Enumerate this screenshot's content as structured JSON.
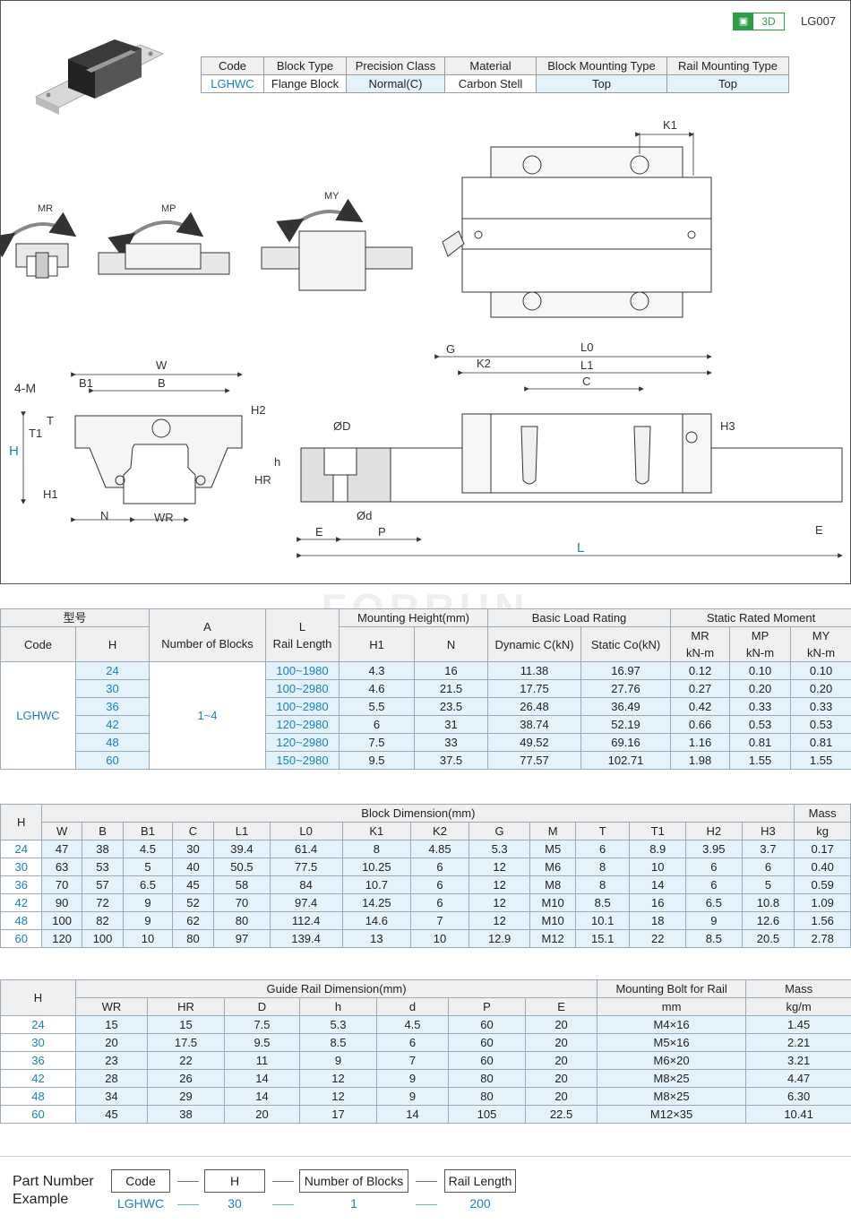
{
  "header": {
    "badge_icon": "cube-icon",
    "badge_text": "3D",
    "code": "LG007"
  },
  "spec": {
    "headers": [
      "Code",
      "Block Type",
      "Precision Class",
      "Material",
      "Block Mounting Type",
      "Rail Mounting Type"
    ],
    "values": [
      "LGHWC",
      "Flange Block",
      "Normal(C)",
      "Carbon Stell",
      "Top",
      "Top"
    ]
  },
  "drawing_labels": {
    "mr": "MR",
    "mp": "MP",
    "my": "MY",
    "k1": "K1",
    "g": "G",
    "l0": "L0",
    "k2": "K2",
    "l1": "L1",
    "c": "C",
    "w": "W",
    "four_m": "4-M",
    "b1": "B1",
    "b": "B",
    "h2": "H2",
    "t1": "T1",
    "t": "T",
    "h": "H",
    "h1": "H1",
    "n": "N",
    "wr": "WR",
    "od": "ØD",
    "h_small": "h",
    "hr": "HR",
    "d": "Ød",
    "e": "E",
    "p": "P",
    "l": "L",
    "h3": "H3"
  },
  "watermark": "FORRUN",
  "table1": {
    "group1": "型号",
    "col_a": "A",
    "col_a2": "Number of Blocks",
    "col_l": "L",
    "col_l2": "Rail Length",
    "group_mount": "Mounting Height(mm)",
    "group_load": "Basic Load Rating",
    "group_moment": "Static Rated Moment",
    "sub": [
      "Code",
      "H",
      "H1",
      "N",
      "Dynamic C(kN)",
      "Static Co(kN)",
      "MR",
      "MP",
      "MY"
    ],
    "unit_moment": "kN-m",
    "code": "LGHWC",
    "blocks": "1~4",
    "rows": [
      [
        "24",
        "100~1980",
        "4.3",
        "16",
        "11.38",
        "16.97",
        "0.12",
        "0.10",
        "0.10"
      ],
      [
        "30",
        "100~2980",
        "4.6",
        "21.5",
        "17.75",
        "27.76",
        "0.27",
        "0.20",
        "0.20"
      ],
      [
        "36",
        "100~2980",
        "5.5",
        "23.5",
        "26.48",
        "36.49",
        "0.42",
        "0.33",
        "0.33"
      ],
      [
        "42",
        "120~2980",
        "6",
        "31",
        "38.74",
        "52.19",
        "0.66",
        "0.53",
        "0.53"
      ],
      [
        "48",
        "120~2980",
        "7.5",
        "33",
        "49.52",
        "69.16",
        "1.16",
        "0.81",
        "0.81"
      ],
      [
        "60",
        "150~2980",
        "9.5",
        "37.5",
        "77.57",
        "102.71",
        "1.98",
        "1.55",
        "1.55"
      ]
    ]
  },
  "table2": {
    "col_h": "H",
    "group": "Block Dimension(mm)",
    "mass": "Mass",
    "mass_unit": "kg",
    "sub": [
      "W",
      "B",
      "B1",
      "C",
      "L1",
      "L0",
      "K1",
      "K2",
      "G",
      "M",
      "T",
      "T1",
      "H2",
      "H3"
    ],
    "rows": [
      [
        "24",
        "47",
        "38",
        "4.5",
        "30",
        "39.4",
        "61.4",
        "8",
        "4.85",
        "5.3",
        "M5",
        "6",
        "8.9",
        "3.95",
        "3.7",
        "0.17"
      ],
      [
        "30",
        "63",
        "53",
        "5",
        "40",
        "50.5",
        "77.5",
        "10.25",
        "6",
        "12",
        "M6",
        "8",
        "10",
        "6",
        "6",
        "0.40"
      ],
      [
        "36",
        "70",
        "57",
        "6.5",
        "45",
        "58",
        "84",
        "10.7",
        "6",
        "12",
        "M8",
        "8",
        "14",
        "6",
        "5",
        "0.59"
      ],
      [
        "42",
        "90",
        "72",
        "9",
        "52",
        "70",
        "97.4",
        "14.25",
        "6",
        "12",
        "M10",
        "8.5",
        "16",
        "6.5",
        "10.8",
        "1.09"
      ],
      [
        "48",
        "100",
        "82",
        "9",
        "62",
        "80",
        "112.4",
        "14.6",
        "7",
        "12",
        "M10",
        "10.1",
        "18",
        "9",
        "12.6",
        "1.56"
      ],
      [
        "60",
        "120",
        "100",
        "10",
        "80",
        "97",
        "139.4",
        "13",
        "10",
        "12.9",
        "M12",
        "15.1",
        "22",
        "8.5",
        "20.5",
        "2.78"
      ]
    ]
  },
  "table3": {
    "col_h": "H",
    "group": "Guide Rail Dimension(mm)",
    "bolt": "Mounting Bolt for Rail",
    "bolt_unit": "mm",
    "mass": "Mass",
    "mass_unit": "kg/m",
    "sub": [
      "WR",
      "HR",
      "D",
      "h",
      "d",
      "P",
      "E"
    ],
    "rows": [
      [
        "24",
        "15",
        "15",
        "7.5",
        "5.3",
        "4.5",
        "60",
        "20",
        "M4×16",
        "1.45"
      ],
      [
        "30",
        "20",
        "17.5",
        "9.5",
        "8.5",
        "6",
        "60",
        "20",
        "M5×16",
        "2.21"
      ],
      [
        "36",
        "23",
        "22",
        "11",
        "9",
        "7",
        "60",
        "20",
        "M6×20",
        "3.21"
      ],
      [
        "42",
        "28",
        "26",
        "14",
        "12",
        "9",
        "80",
        "20",
        "M8×25",
        "4.47"
      ],
      [
        "48",
        "34",
        "29",
        "14",
        "12",
        "9",
        "80",
        "20",
        "M8×25",
        "6.30"
      ],
      [
        "60",
        "45",
        "38",
        "20",
        "17",
        "14",
        "105",
        "22.5",
        "M12×35",
        "10.41"
      ]
    ]
  },
  "part_number": {
    "title_1": "Part Number",
    "title_2": "Example",
    "labels": [
      "Code",
      "H",
      "Number of Blocks",
      "Rail Length"
    ],
    "values": [
      "LGHWC",
      "30",
      "1",
      "200"
    ]
  }
}
